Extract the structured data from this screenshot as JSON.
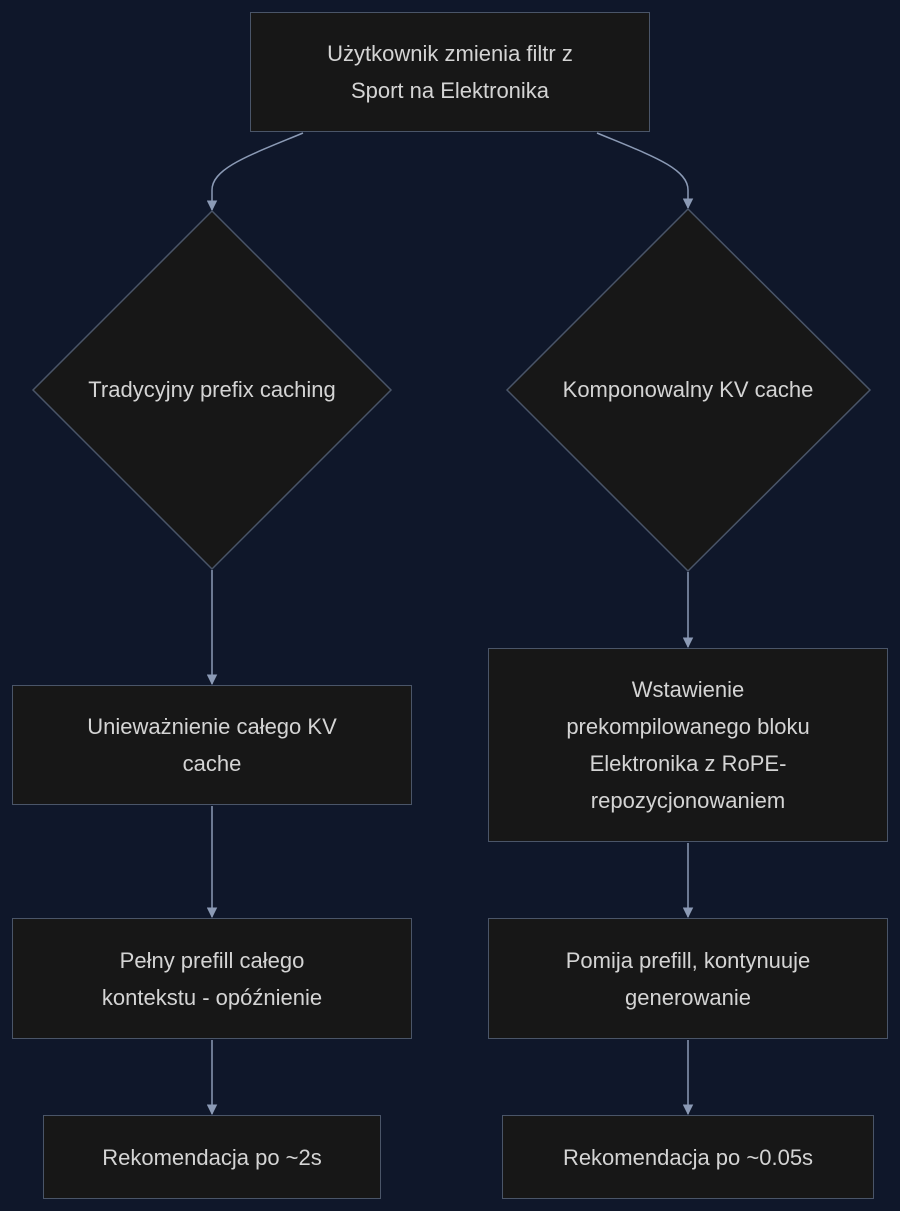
{
  "diagram": {
    "start": "Użytkownik zmienia filtr z Sport na Elektronika",
    "left": {
      "decision": "Tradycyjny prefix caching",
      "step1": "Unieważnienie całego KV cache",
      "step2": "Pełny prefill całego kontekstu - opóźnienie",
      "result": "Rekomendacja po ~2s"
    },
    "right": {
      "decision": "Komponowalny KV cache",
      "step1": "Wstawienie prekompilowanego bloku Elektronika z RoPE-repozycjonowaniem",
      "step2": "Pomija prefill, kontynuuje generowanie",
      "result": "Rekomendacja po ~0.05s"
    }
  }
}
